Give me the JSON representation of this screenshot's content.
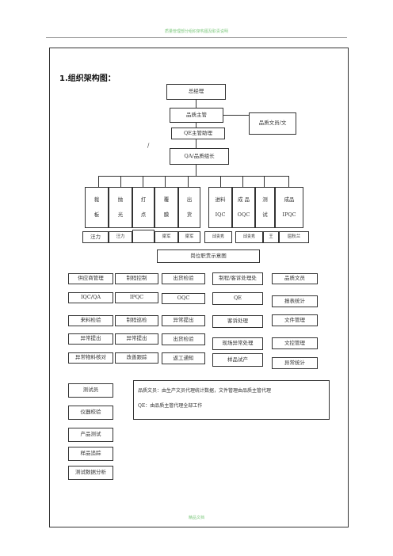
{
  "header": "质量管理部分组织架构图及职责说明",
  "footer": "精品文档",
  "title": "1.组织架构图：",
  "top": {
    "gm": "总经理",
    "qa_manager": "品质主管",
    "qa_assistant": "QE主管助理",
    "qa_clerk": "品质文员/文",
    "qa_leader": "QA/品质组长"
  },
  "mark_slash": "/",
  "depts": [
    {
      "c1": "裁",
      "c2": "板"
    },
    {
      "c1": "抛",
      "c2": "光"
    },
    {
      "c1": "打",
      "c2": "点"
    },
    {
      "c1": "覆",
      "c2": "膜"
    },
    {
      "c1": "出",
      "c2": "货"
    },
    {
      "c1": "进料",
      "c2": "IQC"
    },
    {
      "c1": "成 品",
      "c2": "OQC"
    },
    {
      "c1": "测",
      "c2": "试"
    },
    {
      "c1": "成品",
      "c2": "IPQC"
    }
  ],
  "names": [
    "汪力",
    "汪力",
    "",
    "梁军",
    "梁军",
    "邱贵秀",
    "邱贵秀",
    "王",
    "屈秋兰"
  ],
  "chart_caption": "岗位职责示意图",
  "roles": {
    "r1": "供应商管理",
    "r2": "制程控制",
    "r3": "出货检验",
    "r4": "制程/客诉处理处",
    "r5": "品质文员",
    "r6": "IQC/QA",
    "r7": "IPQC",
    "r8": "OQC",
    "r9": "QE",
    "r10": "报表统计",
    "r11": "来料检验",
    "r12": "制程巡检",
    "r13": "异常提出",
    "r14": "客诉处理",
    "r15": "文件管理",
    "r16": "异常提出",
    "r17": "异常提出",
    "r18": "出货检验",
    "r19": "现场异常处理",
    "r20": "文控管理",
    "r21": "异常物料核对",
    "r22": "改善跟踪",
    "r23": "返工通知",
    "r24": "样品试产",
    "r25": "异常统计"
  },
  "test": {
    "t1": "测试员",
    "t2": "仪器校验",
    "t3": "产品测试",
    "t4": "样品追踪",
    "t5": "测试数据分析"
  },
  "notes": {
    "n1": "品质文员：由生产文员代理统计数据，文件管理由品质主管代理",
    "n2": "QE：由品质主管代理全部工作"
  }
}
